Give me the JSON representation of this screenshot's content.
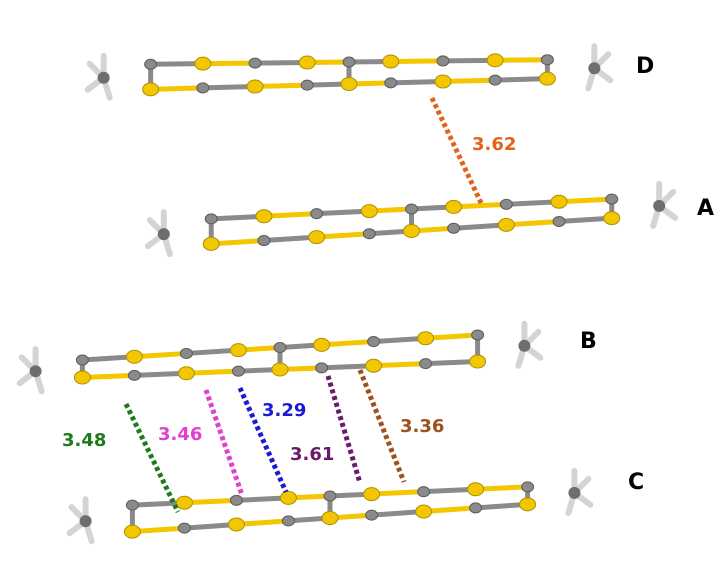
{
  "molecules": [
    {
      "id": "D",
      "label": "D"
    },
    {
      "id": "A",
      "label": "A"
    },
    {
      "id": "B",
      "label": "B"
    },
    {
      "id": "C",
      "label": "C"
    }
  ],
  "contacts": [
    {
      "label": "3.62",
      "color": "#e2621a"
    },
    {
      "label": "3.48",
      "color": "#1f7a1f"
    },
    {
      "label": "3.46",
      "color": "#e040d0"
    },
    {
      "label": "3.29",
      "color": "#1a1ad6"
    },
    {
      "label": "3.61",
      "color": "#6b1a6b"
    },
    {
      "label": "3.36",
      "color": "#a0501e"
    }
  ],
  "colors": {
    "sulfur": "#f2c600",
    "carbon": "#8a8a8a",
    "hydrogen": "#d4d4d4"
  }
}
